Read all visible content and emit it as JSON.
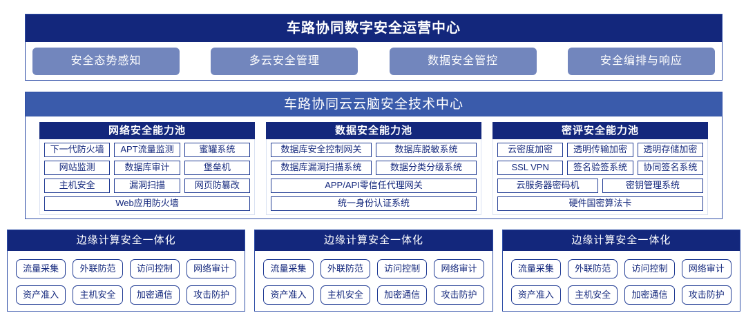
{
  "operations_center": {
    "title": "车路协同数字安全运营中心",
    "buttons": [
      "安全态势感知",
      "多云安全管理",
      "数据安全管控",
      "安全编排与响应"
    ]
  },
  "tech_center": {
    "title": "车路协同云云脑安全技术中心",
    "pools": [
      {
        "title": "网络安全能力池",
        "rows": [
          [
            "下一代防火墙",
            "APT流量监测",
            "蜜罐系统"
          ],
          [
            "网站监测",
            "数据库审计",
            "堡垒机"
          ],
          [
            "主机安全",
            "漏洞扫描",
            "网页防篡改"
          ],
          [
            "Web应用防火墙"
          ]
        ]
      },
      {
        "title": "数据安全能力池",
        "rows": [
          [
            "数据库安全控制网关",
            "数据库脱敏系统"
          ],
          [
            "数据库漏洞扫描系统",
            "数据分类分级系统"
          ],
          [
            "APP/API零信任代理网关"
          ],
          [
            "统一身份认证系统"
          ]
        ]
      },
      {
        "title": "密评安全能力池",
        "rows": [
          [
            "云密度加密",
            "透明传输加密",
            "透明存储加密"
          ],
          [
            "SSL VPN",
            "签名验签系统",
            "协同签名系统"
          ],
          [
            "云服务器密码机",
            "密钥管理系统"
          ],
          [
            "硬件国密算法卡"
          ]
        ]
      }
    ]
  },
  "edge_boxes": {
    "count": 3,
    "title": "边缘计算安全一体化",
    "items": [
      "流量采集",
      "外联防范",
      "访问控制",
      "网络审计",
      "资产准入",
      "主机安全",
      "加密通信",
      "攻击防护"
    ]
  },
  "colors": {
    "navy": "#13277c",
    "band_blue": "#3a5bab",
    "button_slate": "#7286bd",
    "item_border": "#1f3a93",
    "outer_border": "#2e4da6"
  }
}
